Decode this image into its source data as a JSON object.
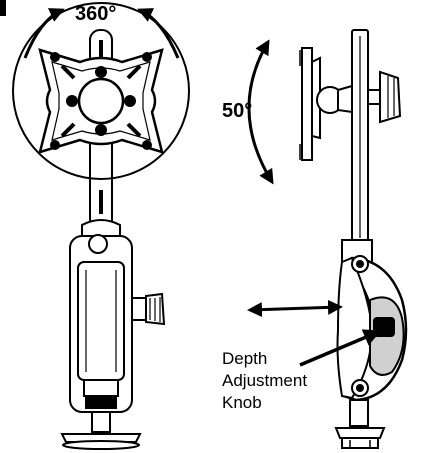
{
  "labels": {
    "rotation": "360°",
    "tilt": "50°",
    "knob_line1": "Depth",
    "knob_line2": "Adjustment",
    "knob_line3": "Knob"
  },
  "colors": {
    "line": "#000000",
    "background": "#ffffff",
    "shade": "#d0d0d0"
  }
}
